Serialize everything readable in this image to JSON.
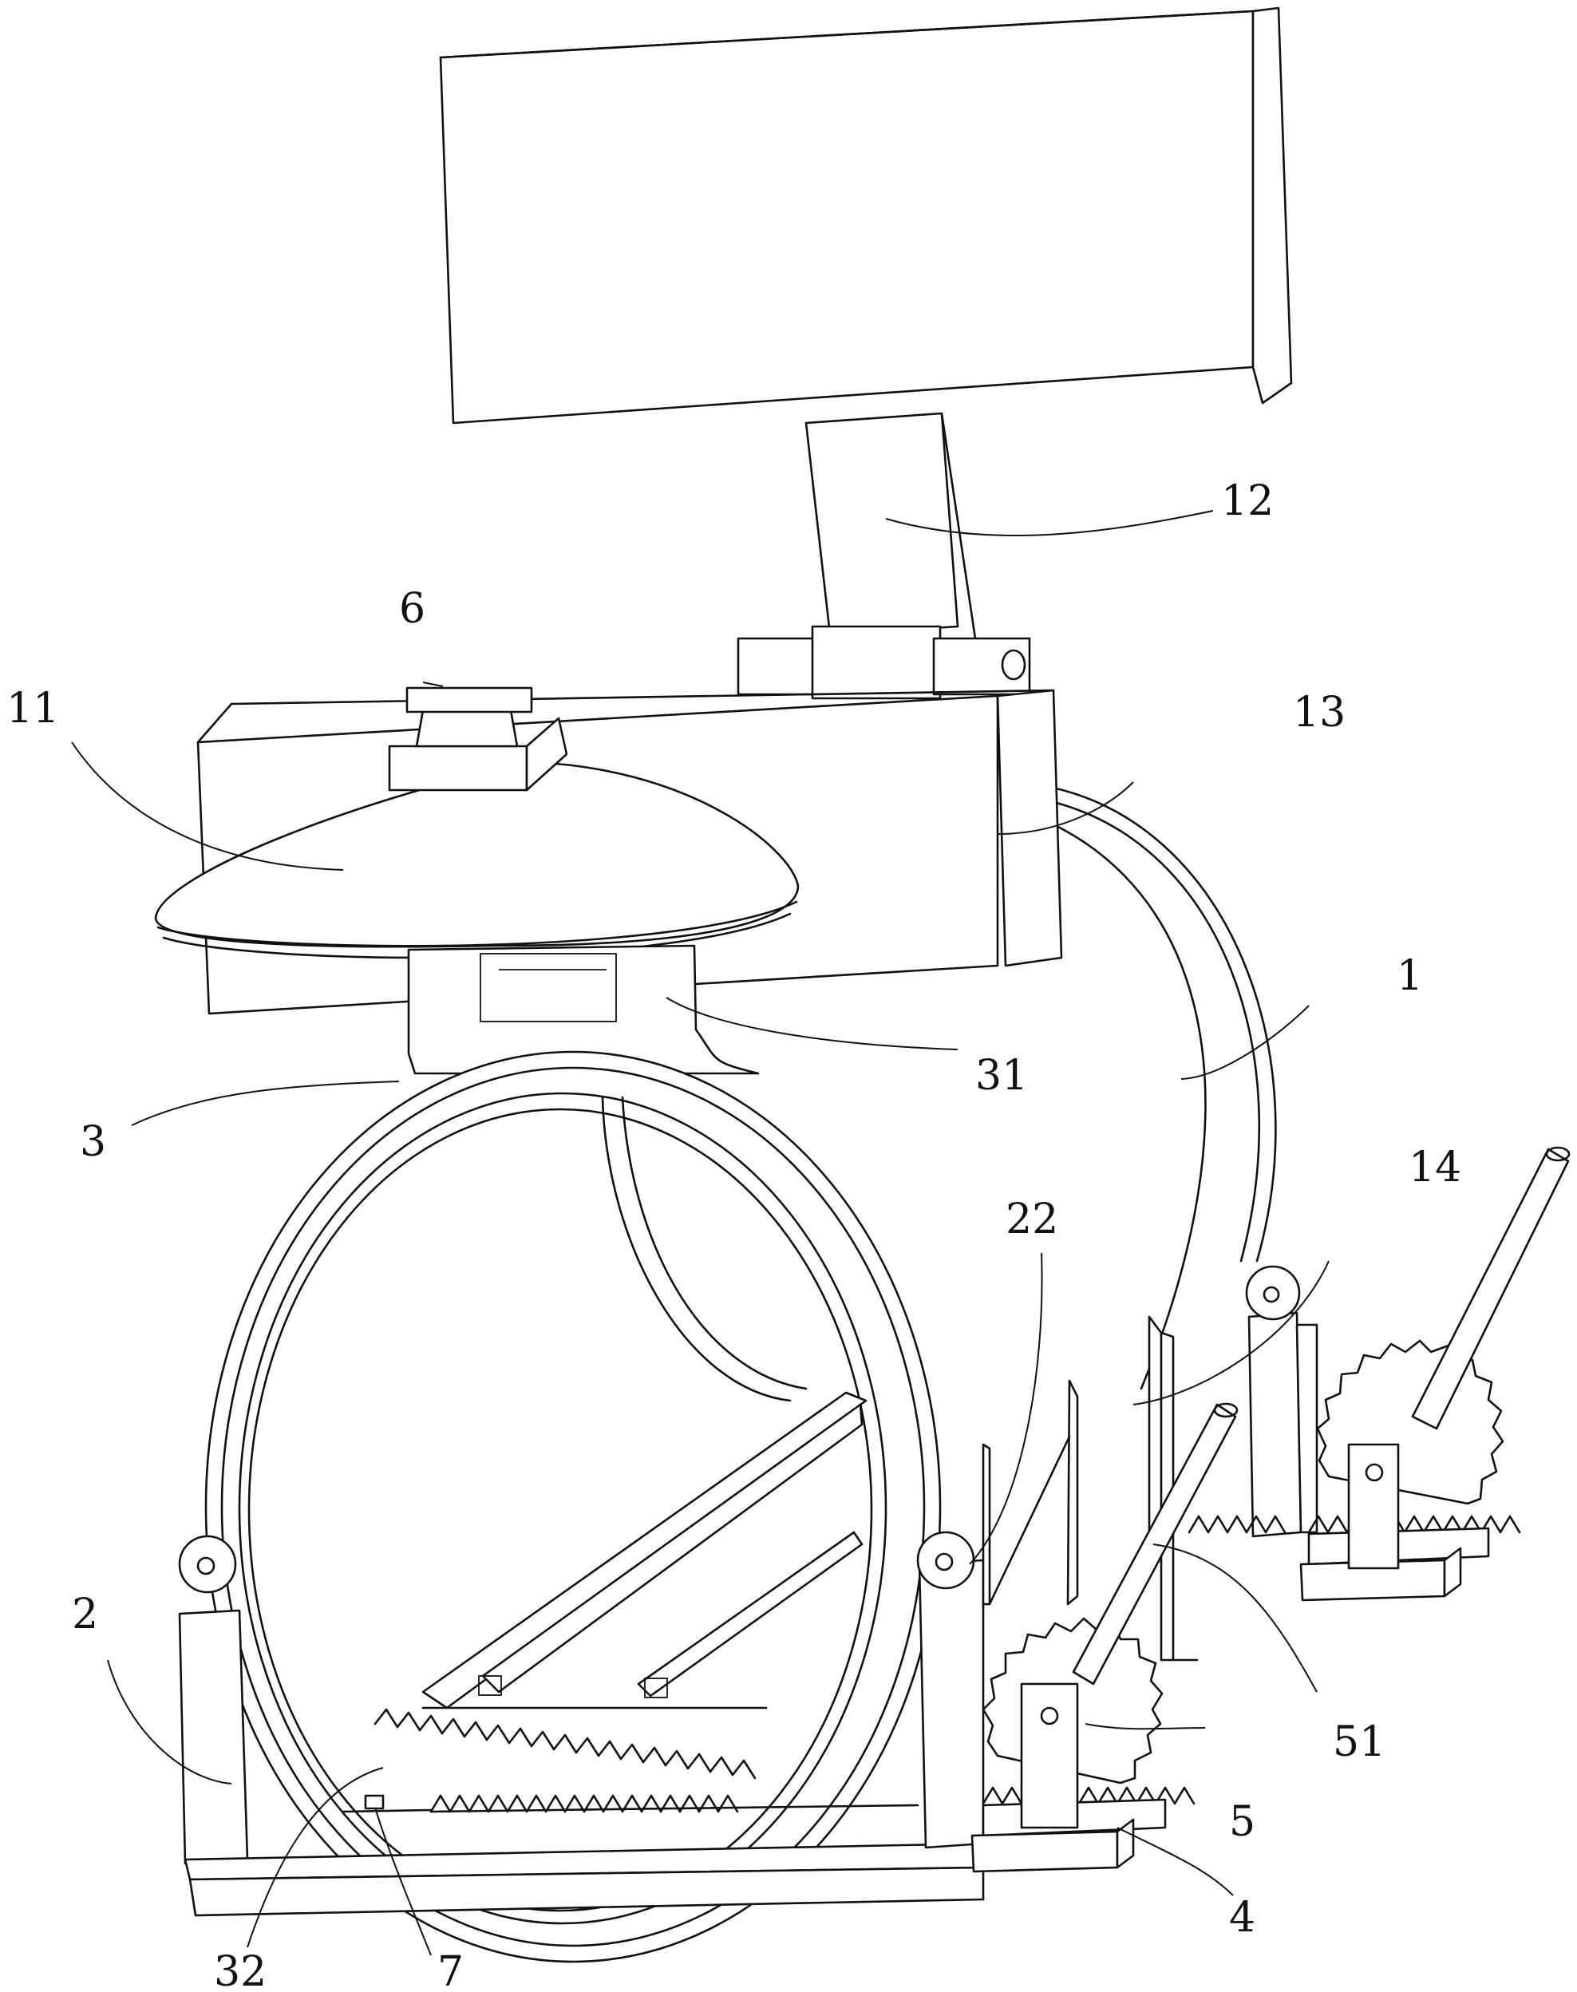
{
  "labels": {
    "l12": "12",
    "l6": "6",
    "l11": "11",
    "l13": "13",
    "l1": "1",
    "l31": "31",
    "l3": "3",
    "l14": "14",
    "l22": "22",
    "l2": "2",
    "l51": "51",
    "l5": "5",
    "l4": "4",
    "l32": "32",
    "l7": "7"
  },
  "colors": {
    "line": "#111111",
    "background": "#ffffff"
  }
}
